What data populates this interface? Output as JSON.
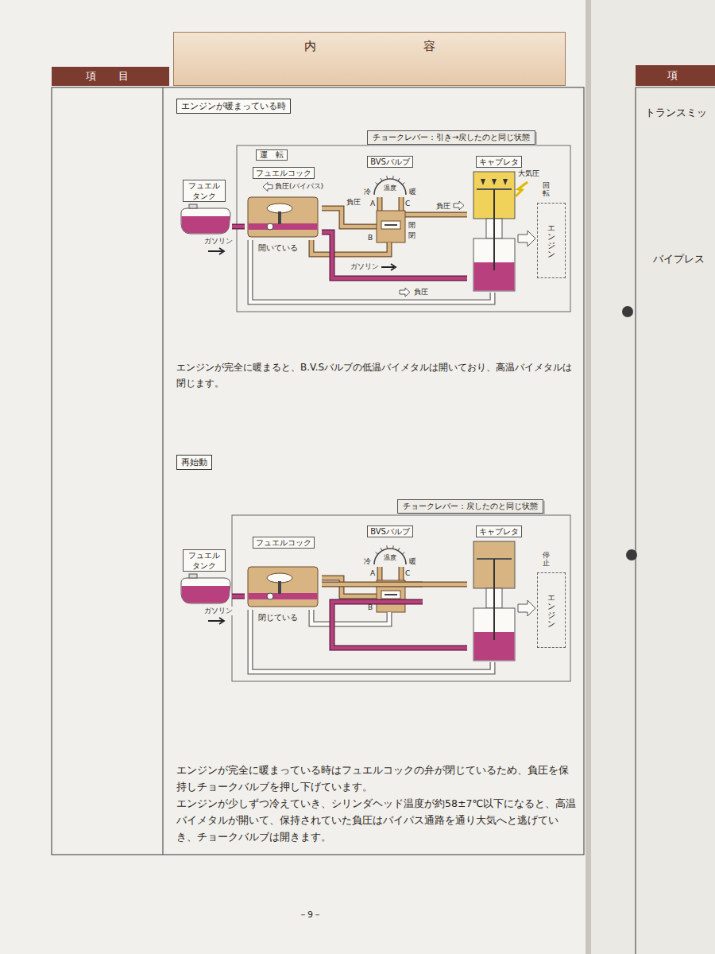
{
  "diagram": {
    "nodes": [
      {
        "text": [
          "項　目"
        ]
      },
      {
        "text": [
          "内　容"
        ]
      },
      {
        "text": [
          "項"
        ]
      },
      {
        "text": [
          "エンジンが暖まっている時"
        ]
      },
      {
        "text": [
          "チョークレバー：引き→戻したのと同じ状態"
        ]
      },
      {
        "text": [
          "運　転"
        ]
      },
      {
        "text": [
          "フュエル タンク"
        ]
      },
      {
        "text": [
          "フュエルコック"
        ]
      },
      {
        "text": [
          "BVSバルブ"
        ]
      },
      {
        "text": [
          "キャブレタ"
        ]
      },
      {
        "text": [
          "エンジン"
        ]
      },
      {
        "text": [
          "再始動"
        ]
      },
      {
        "text": [
          "チョークレバー：戻したのと同じ状態"
        ]
      },
      {
        "text": [
          "フュエル タンク"
        ]
      },
      {
        "text": [
          "フュエルコック"
        ]
      },
      {
        "text": [
          "BVSバルブ"
        ]
      },
      {
        "text": [
          "キャブレタ"
        ]
      },
      {
        "text": [
          "エンジン"
        ]
      }
    ],
    "edges": [
      {
        "from": 6,
        "to": 7,
        "arrow": "none",
        "label": "ガソリン"
      },
      {
        "from": 7,
        "to": 8,
        "arrow": "none",
        "label": "負圧(バイパス)"
      },
      {
        "from": 7,
        "to": 8,
        "arrow": "none"
      },
      {
        "from": 8,
        "to": 9,
        "arrow": "none",
        "label": "負圧"
      },
      {
        "from": 7,
        "to": 9,
        "arrow": "none",
        "label": "ガソリン"
      },
      {
        "from": 9,
        "to": 7,
        "arrow": "none",
        "label": "負圧"
      },
      {
        "from": 13,
        "to": 14,
        "arrow": "none",
        "label": "ガソリン"
      },
      {
        "from": 14,
        "to": 15,
        "arrow": "none"
      },
      {
        "from": 14,
        "to": 15,
        "arrow": "none"
      },
      {
        "from": 14,
        "to": 16,
        "arrow": "none"
      },
      {
        "from": 15,
        "to": 16,
        "arrow": "none"
      },
      {
        "from": 16,
        "to": 14,
        "arrow": "none"
      }
    ],
    "labels": [
      "開いている",
      "負圧",
      "冷",
      "暖",
      "温度",
      "A",
      "C",
      "B",
      "開",
      "閉",
      "大気圧",
      "回転",
      "エンジンが完全に暖まると、B.V.Sバルブの低温バイメタルは開いており、高温バイメタルは閉じます。",
      "閉じている",
      "冷",
      "暖",
      "温度",
      "A",
      "C",
      "B",
      "停止",
      "エンジンが完全に暖まっている時はフュエルコックの弁が閉じているため、負圧を保持しチョークバルブを押し下げています。",
      "エンジンが少しずつ冷えていき、シリンダヘッド温度が約58±7℃以下になると、高温バイメタルが開いて、保持されていた負圧はバイパス通路を通り大気へと逃げていき、チョークバルブは開きます。",
      "トランスミッ",
      "バイプレス",
      "－9－"
    ]
  }
}
